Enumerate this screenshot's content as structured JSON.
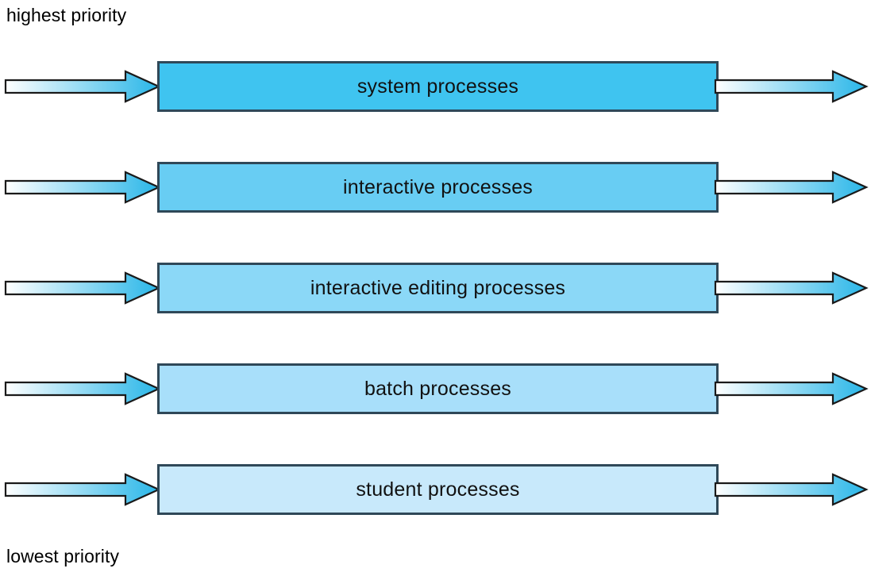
{
  "diagram": {
    "title_top": "highest priority",
    "title_bottom": "lowest priority",
    "border_color": "#2f4858",
    "arrow_gradient_start": "#ffffff",
    "arrow_gradient_end": "#29b6e8",
    "arrow_outline_color": "#1a1a1a",
    "queues": [
      {
        "label": "system processes",
        "fill": "#3fc4f0",
        "priority_rank": 1
      },
      {
        "label": "interactive processes",
        "fill": "#68cdf3",
        "priority_rank": 2
      },
      {
        "label": "interactive editing processes",
        "fill": "#8bd8f7",
        "priority_rank": 3
      },
      {
        "label": "batch processes",
        "fill": "#a8dffa",
        "priority_rank": 4
      },
      {
        "label": "student processes",
        "fill": "#c8e9fb",
        "priority_rank": 5
      }
    ],
    "arrow_in_name": "incoming-processes-arrow",
    "arrow_out_name": "outgoing-processes-arrow"
  }
}
